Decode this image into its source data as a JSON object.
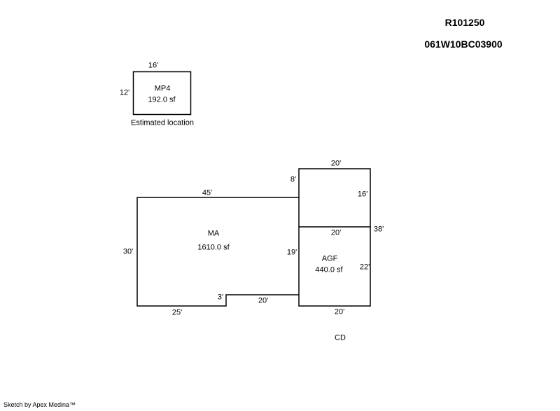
{
  "header": {
    "account": "R101250",
    "map_tax_lot": "061W10BC03900"
  },
  "areas": {
    "mp4": {
      "code": "MP4",
      "area": "192.0 sf",
      "note": "Estimated location"
    },
    "ma": {
      "code": "MA",
      "area": "1610.0 sf"
    },
    "agf": {
      "code": "AGF",
      "area": "440.0 sf"
    },
    "cd": {
      "code": "CD"
    }
  },
  "dimensions": {
    "mp4_top": "16'",
    "mp4_left": "12'",
    "ma_top": "45'",
    "ma_left": "30'",
    "ma_bottom_left": "25'",
    "ma_step": "3'",
    "ma_bottom_right": "20'",
    "ma_jog": "8'",
    "agf_upper_top": "20'",
    "agf_upper_right": "16'",
    "right_total": "38'",
    "agf_inner_top": "20'",
    "agf_inner_left": "19'",
    "agf_right": "22'",
    "agf_bottom": "20'"
  },
  "footer": {
    "credit": "Sketch by Apex Medina™"
  }
}
